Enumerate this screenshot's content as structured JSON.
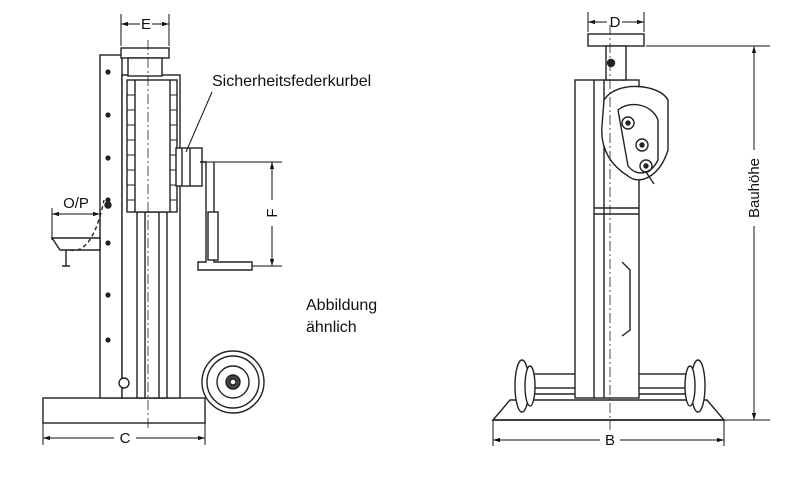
{
  "labels": {
    "E": "E",
    "D": "D",
    "OP": "O/P",
    "F": "F",
    "C": "C",
    "B": "B",
    "bauhoehe": "Bauhöhe",
    "crank": "Sicherheitsfederkurbel",
    "note_line1": "Abbildung",
    "note_line2": "ähnlich"
  }
}
